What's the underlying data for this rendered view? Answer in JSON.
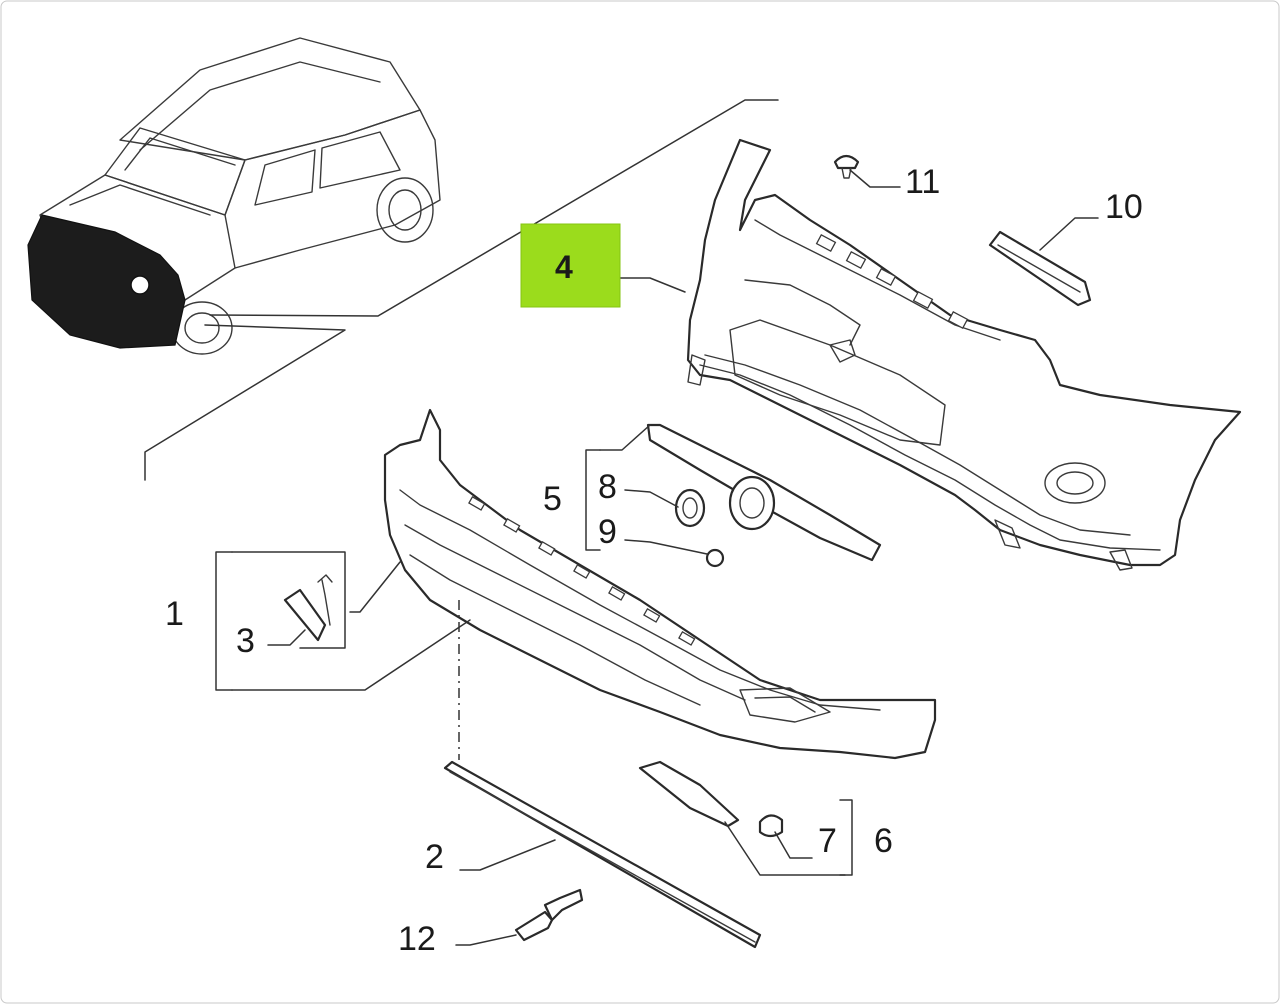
{
  "diagram": {
    "highlight_color": "#9bdc1c",
    "highlighted_callout": "4",
    "callouts": {
      "c1": "1",
      "c2": "2",
      "c3": "3",
      "c4": "4",
      "c5": "5",
      "c6": "6",
      "c7": "7",
      "c8": "8",
      "c9": "9",
      "c10": "10",
      "c11": "11",
      "c12": "12"
    }
  }
}
